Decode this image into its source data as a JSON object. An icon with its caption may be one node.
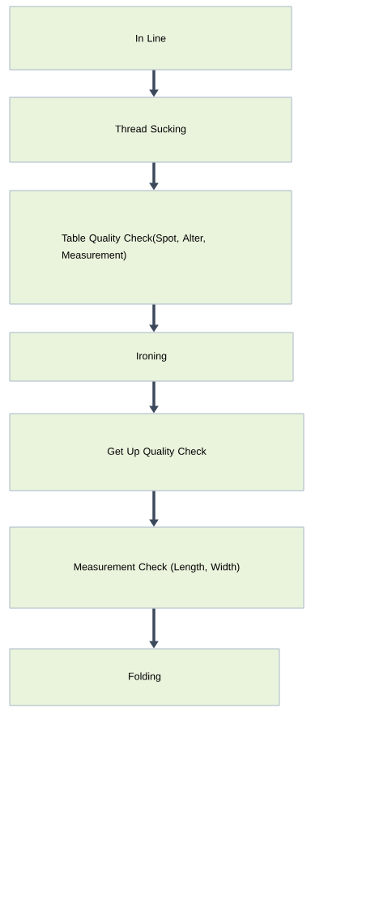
{
  "diagram": {
    "nodes": [
      {
        "text": [
          "In Line"
        ]
      },
      {
        "text": [
          "Thread Sucking"
        ]
      },
      {
        "text": [
          "Table Quality Check(Spot, Alter, Measurement)"
        ]
      },
      {
        "text": [
          "Ironing"
        ]
      },
      {
        "text": [
          "Get Up Quality Check"
        ]
      },
      {
        "text": [
          "Measurement Check (Length, Width)"
        ]
      },
      {
        "text": [
          "Folding"
        ]
      }
    ],
    "edges": [
      {
        "from": 0,
        "to": 1,
        "arrow": "to"
      },
      {
        "from": 1,
        "to": 2,
        "arrow": "to"
      },
      {
        "from": 2,
        "to": 3,
        "arrow": "to"
      },
      {
        "from": 3,
        "to": 4,
        "arrow": "to"
      },
      {
        "from": 4,
        "to": 5,
        "arrow": "to"
      },
      {
        "from": 5,
        "to": 6,
        "arrow": "to"
      }
    ]
  }
}
